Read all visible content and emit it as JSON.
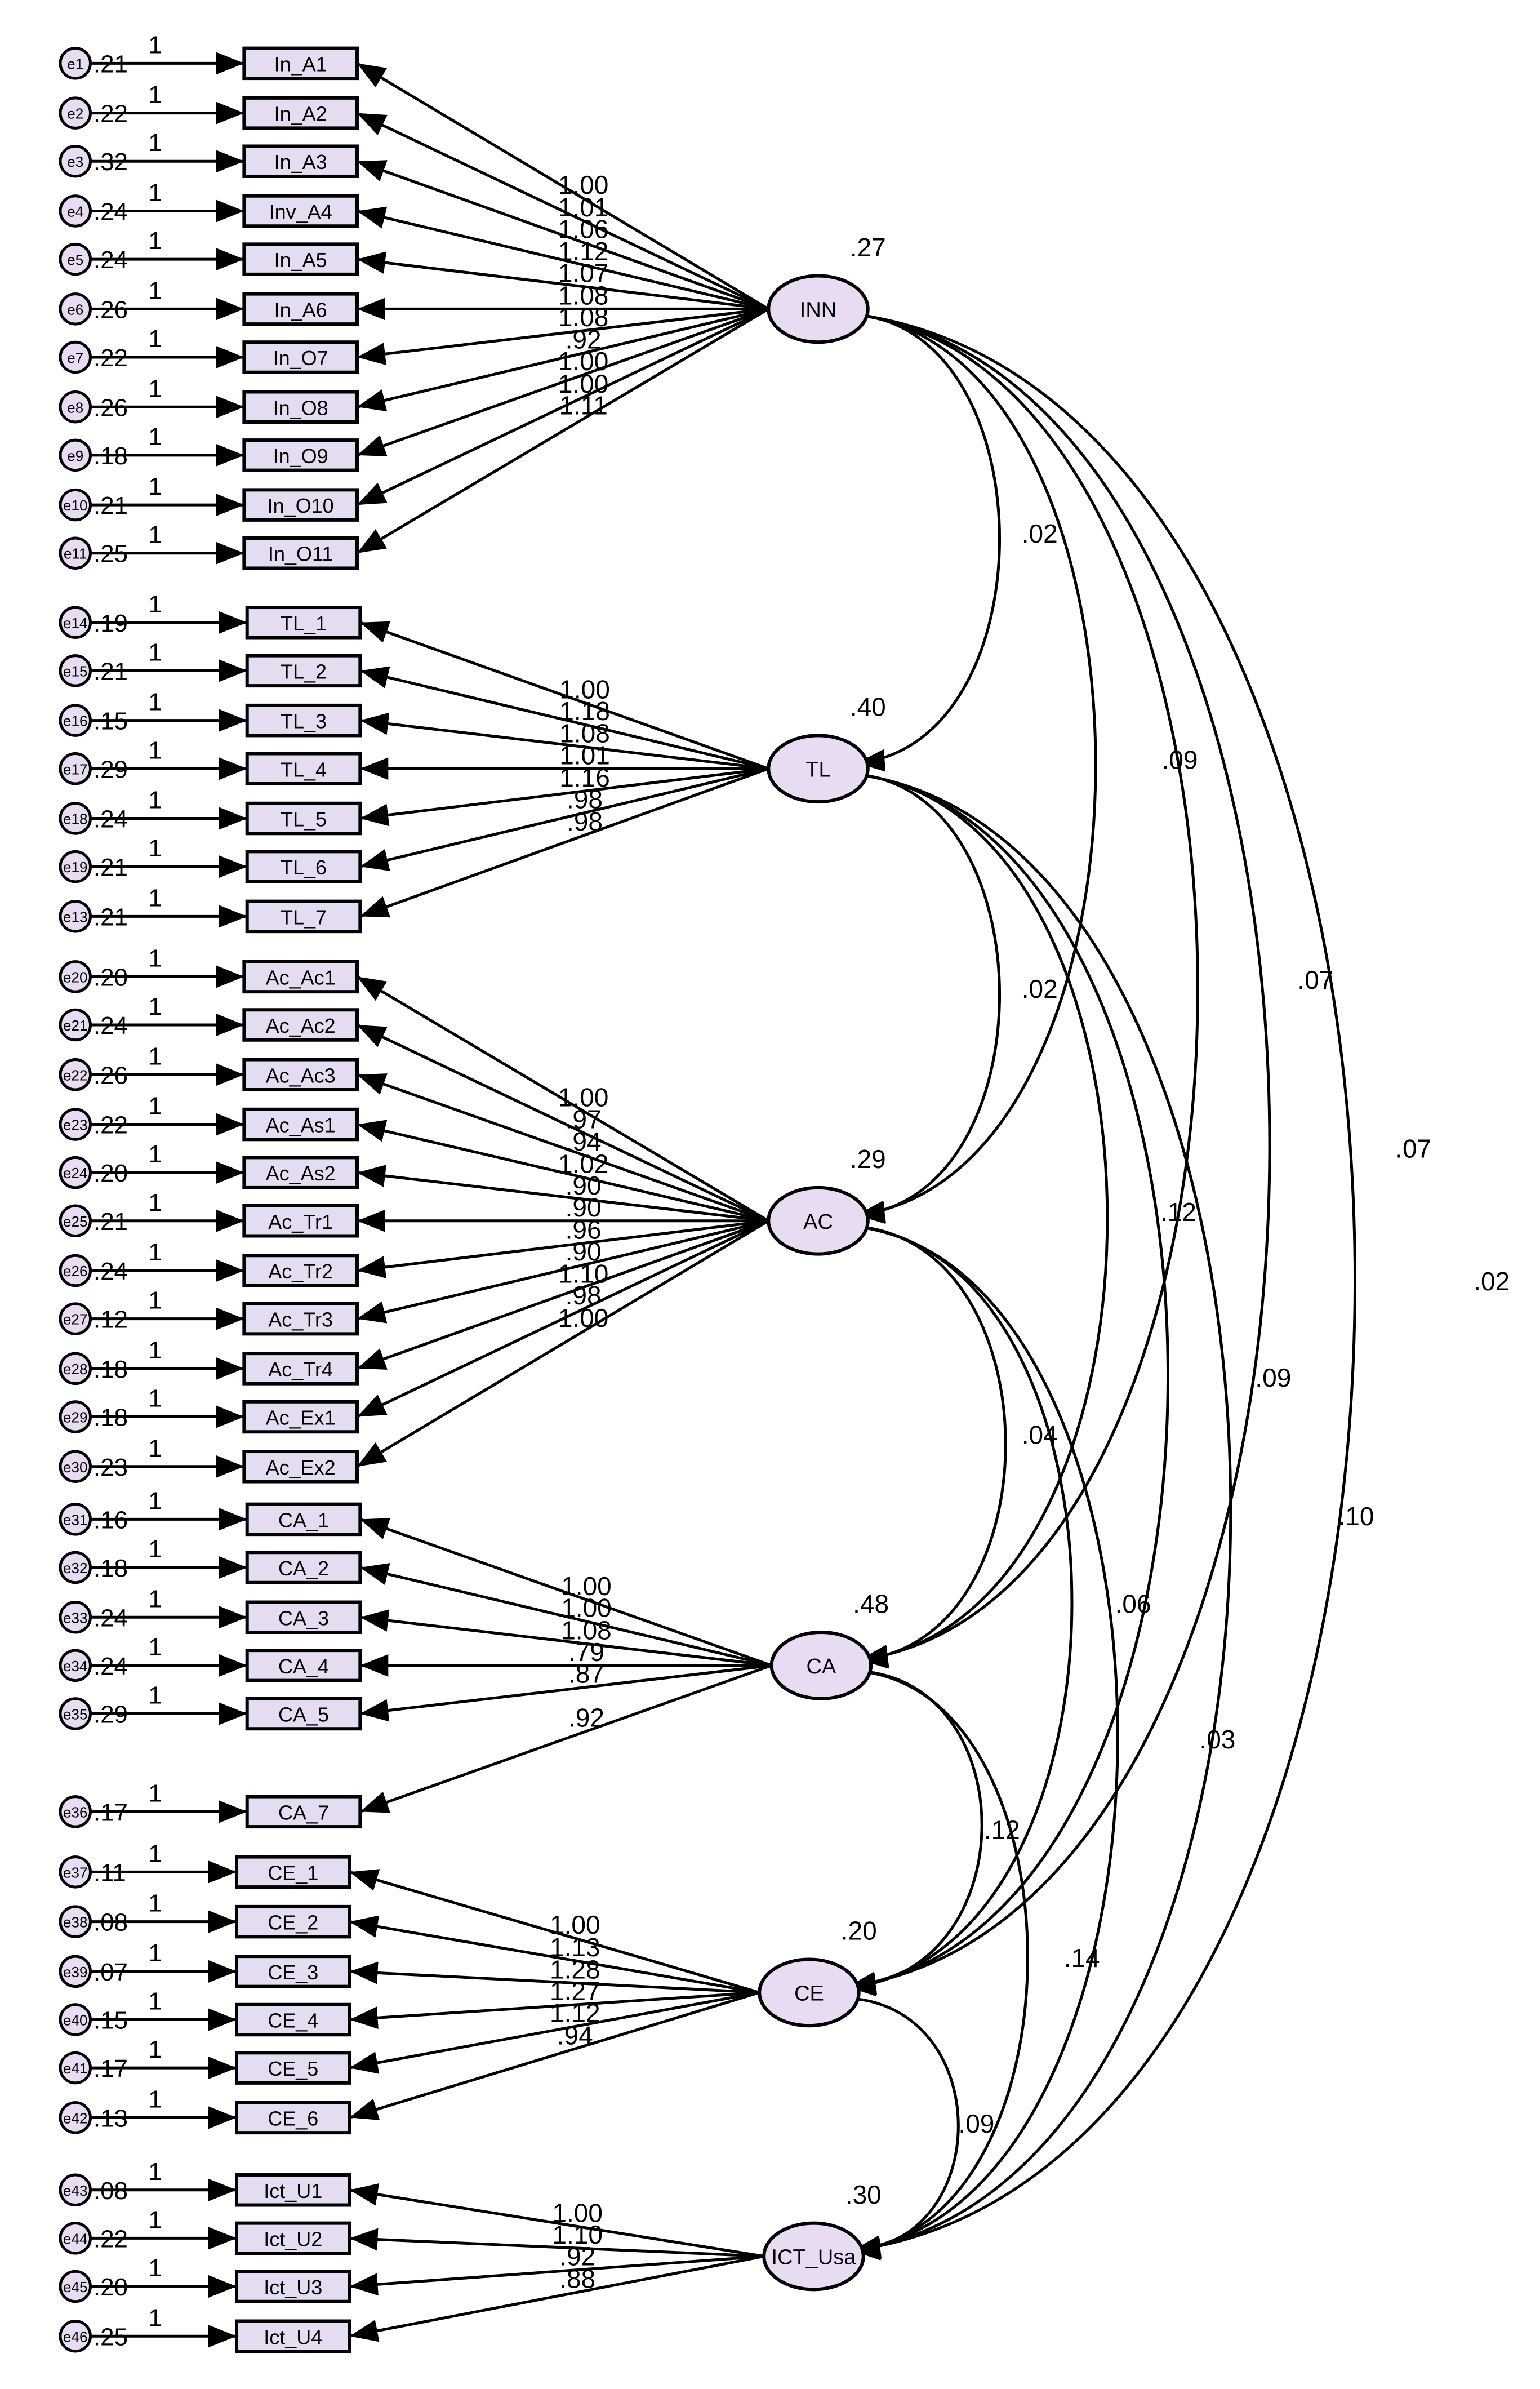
{
  "diagram": {
    "latents": [
      {
        "id": "INN",
        "label": "INN",
        "variance": ".27"
      },
      {
        "id": "TL",
        "label": "TL",
        "variance": ".40"
      },
      {
        "id": "AC",
        "label": "AC",
        "variance": ".29"
      },
      {
        "id": "CA",
        "label": "CA",
        "variance": ".48"
      },
      {
        "id": "CE",
        "label": "CE",
        "variance": ".20"
      },
      {
        "id": "ICT",
        "label": "ICT_Usa",
        "variance": ".30"
      }
    ],
    "observed": [
      {
        "id": "In_A1",
        "label": "In_A1",
        "latent": "INN",
        "error": "e1",
        "error_var": ".21",
        "loading": "1.00"
      },
      {
        "id": "In_A2",
        "label": "In_A2",
        "latent": "INN",
        "error": "e2",
        "error_var": ".22",
        "loading": "1.01"
      },
      {
        "id": "In_A3",
        "label": "In_A3",
        "latent": "INN",
        "error": "e3",
        "error_var": ".32",
        "loading": "1.06"
      },
      {
        "id": "Inv_A4",
        "label": "Inv_A4",
        "latent": "INN",
        "error": "e4",
        "error_var": ".24",
        "loading": "1.12"
      },
      {
        "id": "In_A5",
        "label": "In_A5",
        "latent": "INN",
        "error": "e5",
        "error_var": ".24",
        "loading": "1.07"
      },
      {
        "id": "In_A6",
        "label": "In_A6",
        "latent": "INN",
        "error": "e6",
        "error_var": ".26",
        "loading": "1.08"
      },
      {
        "id": "In_O7",
        "label": "In_O7",
        "latent": "INN",
        "error": "e7",
        "error_var": ".22",
        "loading": "1.08"
      },
      {
        "id": "In_O8",
        "label": "In_O8",
        "latent": "INN",
        "error": "e8",
        "error_var": ".26",
        "loading": ".92"
      },
      {
        "id": "In_O9",
        "label": "In_O9",
        "latent": "INN",
        "error": "e9",
        "error_var": ".18",
        "loading": "1.00"
      },
      {
        "id": "In_O10",
        "label": "In_O10",
        "latent": "INN",
        "error": "e10",
        "error_var": ".21",
        "loading": "1.00"
      },
      {
        "id": "In_O11",
        "label": "In_O11",
        "latent": "INN",
        "error": "e11",
        "error_var": ".25",
        "loading": "1.11"
      },
      {
        "id": "TL_1",
        "label": "TL_1",
        "latent": "TL",
        "error": "e14",
        "error_var": ".19",
        "loading": "1.00"
      },
      {
        "id": "TL_2",
        "label": "TL_2",
        "latent": "TL",
        "error": "e15",
        "error_var": ".21",
        "loading": "1.18"
      },
      {
        "id": "TL_3",
        "label": "TL_3",
        "latent": "TL",
        "error": "e16",
        "error_var": ".15",
        "loading": "1.08"
      },
      {
        "id": "TL_4",
        "label": "TL_4",
        "latent": "TL",
        "error": "e17",
        "error_var": ".29",
        "loading": "1.01"
      },
      {
        "id": "TL_5",
        "label": "TL_5",
        "latent": "TL",
        "error": "e18",
        "error_var": ".24",
        "loading": "1.16"
      },
      {
        "id": "TL_6",
        "label": "TL_6",
        "latent": "TL",
        "error": "e19",
        "error_var": ".21",
        "loading": ".98"
      },
      {
        "id": "TL_7",
        "label": "TL_7",
        "latent": "TL",
        "error": "e13",
        "error_var": ".21",
        "loading": ".98"
      },
      {
        "id": "Ac_Ac1",
        "label": "Ac_Ac1",
        "latent": "AC",
        "error": "e20",
        "error_var": ".20",
        "loading": "1.00"
      },
      {
        "id": "Ac_Ac2",
        "label": "Ac_Ac2",
        "latent": "AC",
        "error": "e21",
        "error_var": ".24",
        "loading": ".97"
      },
      {
        "id": "Ac_Ac3",
        "label": "Ac_Ac3",
        "latent": "AC",
        "error": "e22",
        "error_var": ".26",
        "loading": ".94"
      },
      {
        "id": "Ac_As1",
        "label": "Ac_As1",
        "latent": "AC",
        "error": "e23",
        "error_var": ".22",
        "loading": "1.02"
      },
      {
        "id": "Ac_As2",
        "label": "Ac_As2",
        "latent": "AC",
        "error": "e24",
        "error_var": ".20",
        "loading": ".90"
      },
      {
        "id": "Ac_Tr1",
        "label": "Ac_Tr1",
        "latent": "AC",
        "error": "e25",
        "error_var": ".21",
        "loading": ".90"
      },
      {
        "id": "Ac_Tr2",
        "label": "Ac_Tr2",
        "latent": "AC",
        "error": "e26",
        "error_var": ".24",
        "loading": ".96"
      },
      {
        "id": "Ac_Tr3",
        "label": "Ac_Tr3",
        "latent": "AC",
        "error": "e27",
        "error_var": ".12",
        "loading": ".90"
      },
      {
        "id": "Ac_Tr4",
        "label": "Ac_Tr4",
        "latent": "AC",
        "error": "e28",
        "error_var": ".18",
        "loading": "1.10"
      },
      {
        "id": "Ac_Ex1",
        "label": "Ac_Ex1",
        "latent": "AC",
        "error": "e29",
        "error_var": ".18",
        "loading": ".98"
      },
      {
        "id": "Ac_Ex2",
        "label": "Ac_Ex2",
        "latent": "AC",
        "error": "e30",
        "error_var": ".23",
        "loading": "1.00"
      },
      {
        "id": "CA_1",
        "label": "CA_1",
        "latent": "CA",
        "error": "e31",
        "error_var": ".16",
        "loading": "1.00"
      },
      {
        "id": "CA_2",
        "label": "CA_2",
        "latent": "CA",
        "error": "e32",
        "error_var": ".18",
        "loading": "1.00"
      },
      {
        "id": "CA_3",
        "label": "CA_3",
        "latent": "CA",
        "error": "e33",
        "error_var": ".24",
        "loading": "1.08"
      },
      {
        "id": "CA_4",
        "label": "CA_4",
        "latent": "CA",
        "error": "e34",
        "error_var": ".24",
        "loading": ".79"
      },
      {
        "id": "CA_5",
        "label": "CA_5",
        "latent": "CA",
        "error": "e35",
        "error_var": ".29",
        "loading": ".87"
      },
      {
        "id": "CA_7",
        "label": "CA_7",
        "latent": "CA",
        "error": "e36",
        "error_var": ".17",
        "loading": ".92"
      },
      {
        "id": "CE_1",
        "label": "CE_1",
        "latent": "CE",
        "error": "e37",
        "error_var": ".11",
        "loading": "1.00"
      },
      {
        "id": "CE_2",
        "label": "CE_2",
        "latent": "CE",
        "error": "e38",
        "error_var": ".08",
        "loading": "1.13"
      },
      {
        "id": "CE_3",
        "label": "CE_3",
        "latent": "CE",
        "error": "e39",
        "error_var": ".07",
        "loading": "1.28"
      },
      {
        "id": "CE_4",
        "label": "CE_4",
        "latent": "CE",
        "error": "e40",
        "error_var": ".15",
        "loading": "1.27"
      },
      {
        "id": "CE_5",
        "label": "CE_5",
        "latent": "CE",
        "error": "e41",
        "error_var": ".17",
        "loading": "1.12"
      },
      {
        "id": "CE_6",
        "label": "CE_6",
        "latent": "CE",
        "error": "e42",
        "error_var": ".13",
        "loading": ".94"
      },
      {
        "id": "Ict_U1",
        "label": "Ict_U1",
        "latent": "ICT",
        "error": "e43",
        "error_var": ".08",
        "loading": "1.00"
      },
      {
        "id": "Ict_U2",
        "label": "Ict_U2",
        "latent": "ICT",
        "error": "e44",
        "error_var": ".22",
        "loading": "1.10"
      },
      {
        "id": "Ict_U3",
        "label": "Ict_U3",
        "latent": "ICT",
        "error": "e45",
        "error_var": ".20",
        "loading": ".92"
      },
      {
        "id": "Ict_U4",
        "label": "Ict_U4",
        "latent": "ICT",
        "error": "e46",
        "error_var": ".25",
        "loading": ".88"
      }
    ],
    "error_path_label": "1",
    "covariances": [
      {
        "from": "INN",
        "to": "TL",
        "value": ".02"
      },
      {
        "from": "INN",
        "to": "AC",
        "value": ".09"
      },
      {
        "from": "INN",
        "to": "CA",
        "value": ".07"
      },
      {
        "from": "INN",
        "to": "CE",
        "value": ".07"
      },
      {
        "from": "INN",
        "to": "ICT",
        "value": ".02"
      },
      {
        "from": "TL",
        "to": "AC",
        "value": ".02"
      },
      {
        "from": "TL",
        "to": "CA",
        "value": ".12"
      },
      {
        "from": "TL",
        "to": "CE",
        "value": ".09"
      },
      {
        "from": "TL",
        "to": "ICT",
        "value": ".10"
      },
      {
        "from": "AC",
        "to": "CA",
        "value": ".04"
      },
      {
        "from": "AC",
        "to": "CE",
        "value": ".06"
      },
      {
        "from": "AC",
        "to": "ICT",
        "value": ".03"
      },
      {
        "from": "CA",
        "to": "CE",
        "value": ".12"
      },
      {
        "from": "CA",
        "to": "ICT",
        "value": ".14"
      },
      {
        "from": "CE",
        "to": "ICT",
        "value": ".09"
      }
    ],
    "colors": {
      "box_fill": "#e4dcf0",
      "latent_fill": "#e8dcf2",
      "error_fill": "#e8dcf2",
      "stroke": "#000000"
    }
  }
}
